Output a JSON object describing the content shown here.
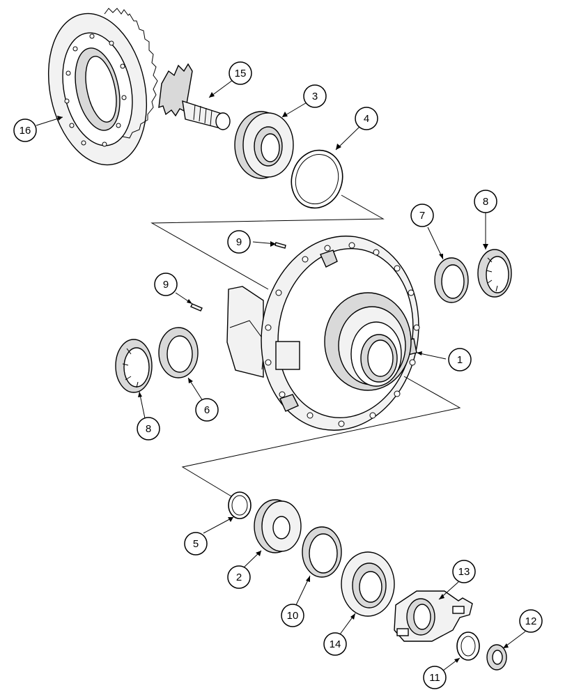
{
  "diagram": {
    "callouts": [
      {
        "id": "c1",
        "label": "1"
      },
      {
        "id": "c2",
        "label": "2"
      },
      {
        "id": "c3",
        "label": "3"
      },
      {
        "id": "c4",
        "label": "4"
      },
      {
        "id": "c5",
        "label": "5"
      },
      {
        "id": "c6",
        "label": "6"
      },
      {
        "id": "c7",
        "label": "7"
      },
      {
        "id": "c8a",
        "label": "8"
      },
      {
        "id": "c8b",
        "label": "8"
      },
      {
        "id": "c9a",
        "label": "9"
      },
      {
        "id": "c9b",
        "label": "9"
      },
      {
        "id": "c10",
        "label": "10"
      },
      {
        "id": "c11",
        "label": "11"
      },
      {
        "id": "c12",
        "label": "12"
      },
      {
        "id": "c13",
        "label": "13"
      },
      {
        "id": "c14",
        "label": "14"
      },
      {
        "id": "c15",
        "label": "15"
      },
      {
        "id": "c16",
        "label": "16"
      }
    ]
  }
}
